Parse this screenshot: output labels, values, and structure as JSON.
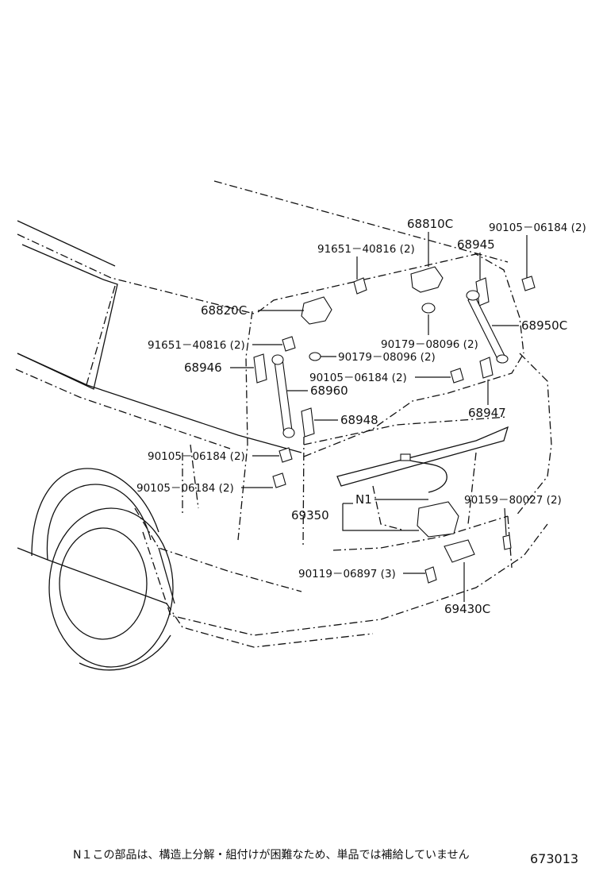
{
  "parts": {
    "p68810C": "68810C",
    "p68945": "68945",
    "p90105_top": "90105－06184 (2)",
    "p91651_top": "91651－40816 (2)",
    "p68820C": "68820C",
    "p68950C": "68950C",
    "p91651_mid": "91651－40816 (2)",
    "p90179_a": "90179－08096 (2)",
    "p90179_b": "90179－08096 (2)",
    "p68946": "68946",
    "p90105_mid": "90105－06184 (2)",
    "p68960": "68960",
    "p68947": "68947",
    "p68948": "68948",
    "p90105_low1": "90105－06184 (2)",
    "p90105_low2": "90105－06184 (2)",
    "pN1": "N1",
    "p90159": "90159－80027 (2)",
    "p69350": "69350",
    "p90119": "90119－06897 (3)",
    "p69430C": "69430C"
  },
  "footnote": "N１この部品は、構造上分解・組付けが困難なため、単品では補給していません",
  "diagram_id": "673013"
}
